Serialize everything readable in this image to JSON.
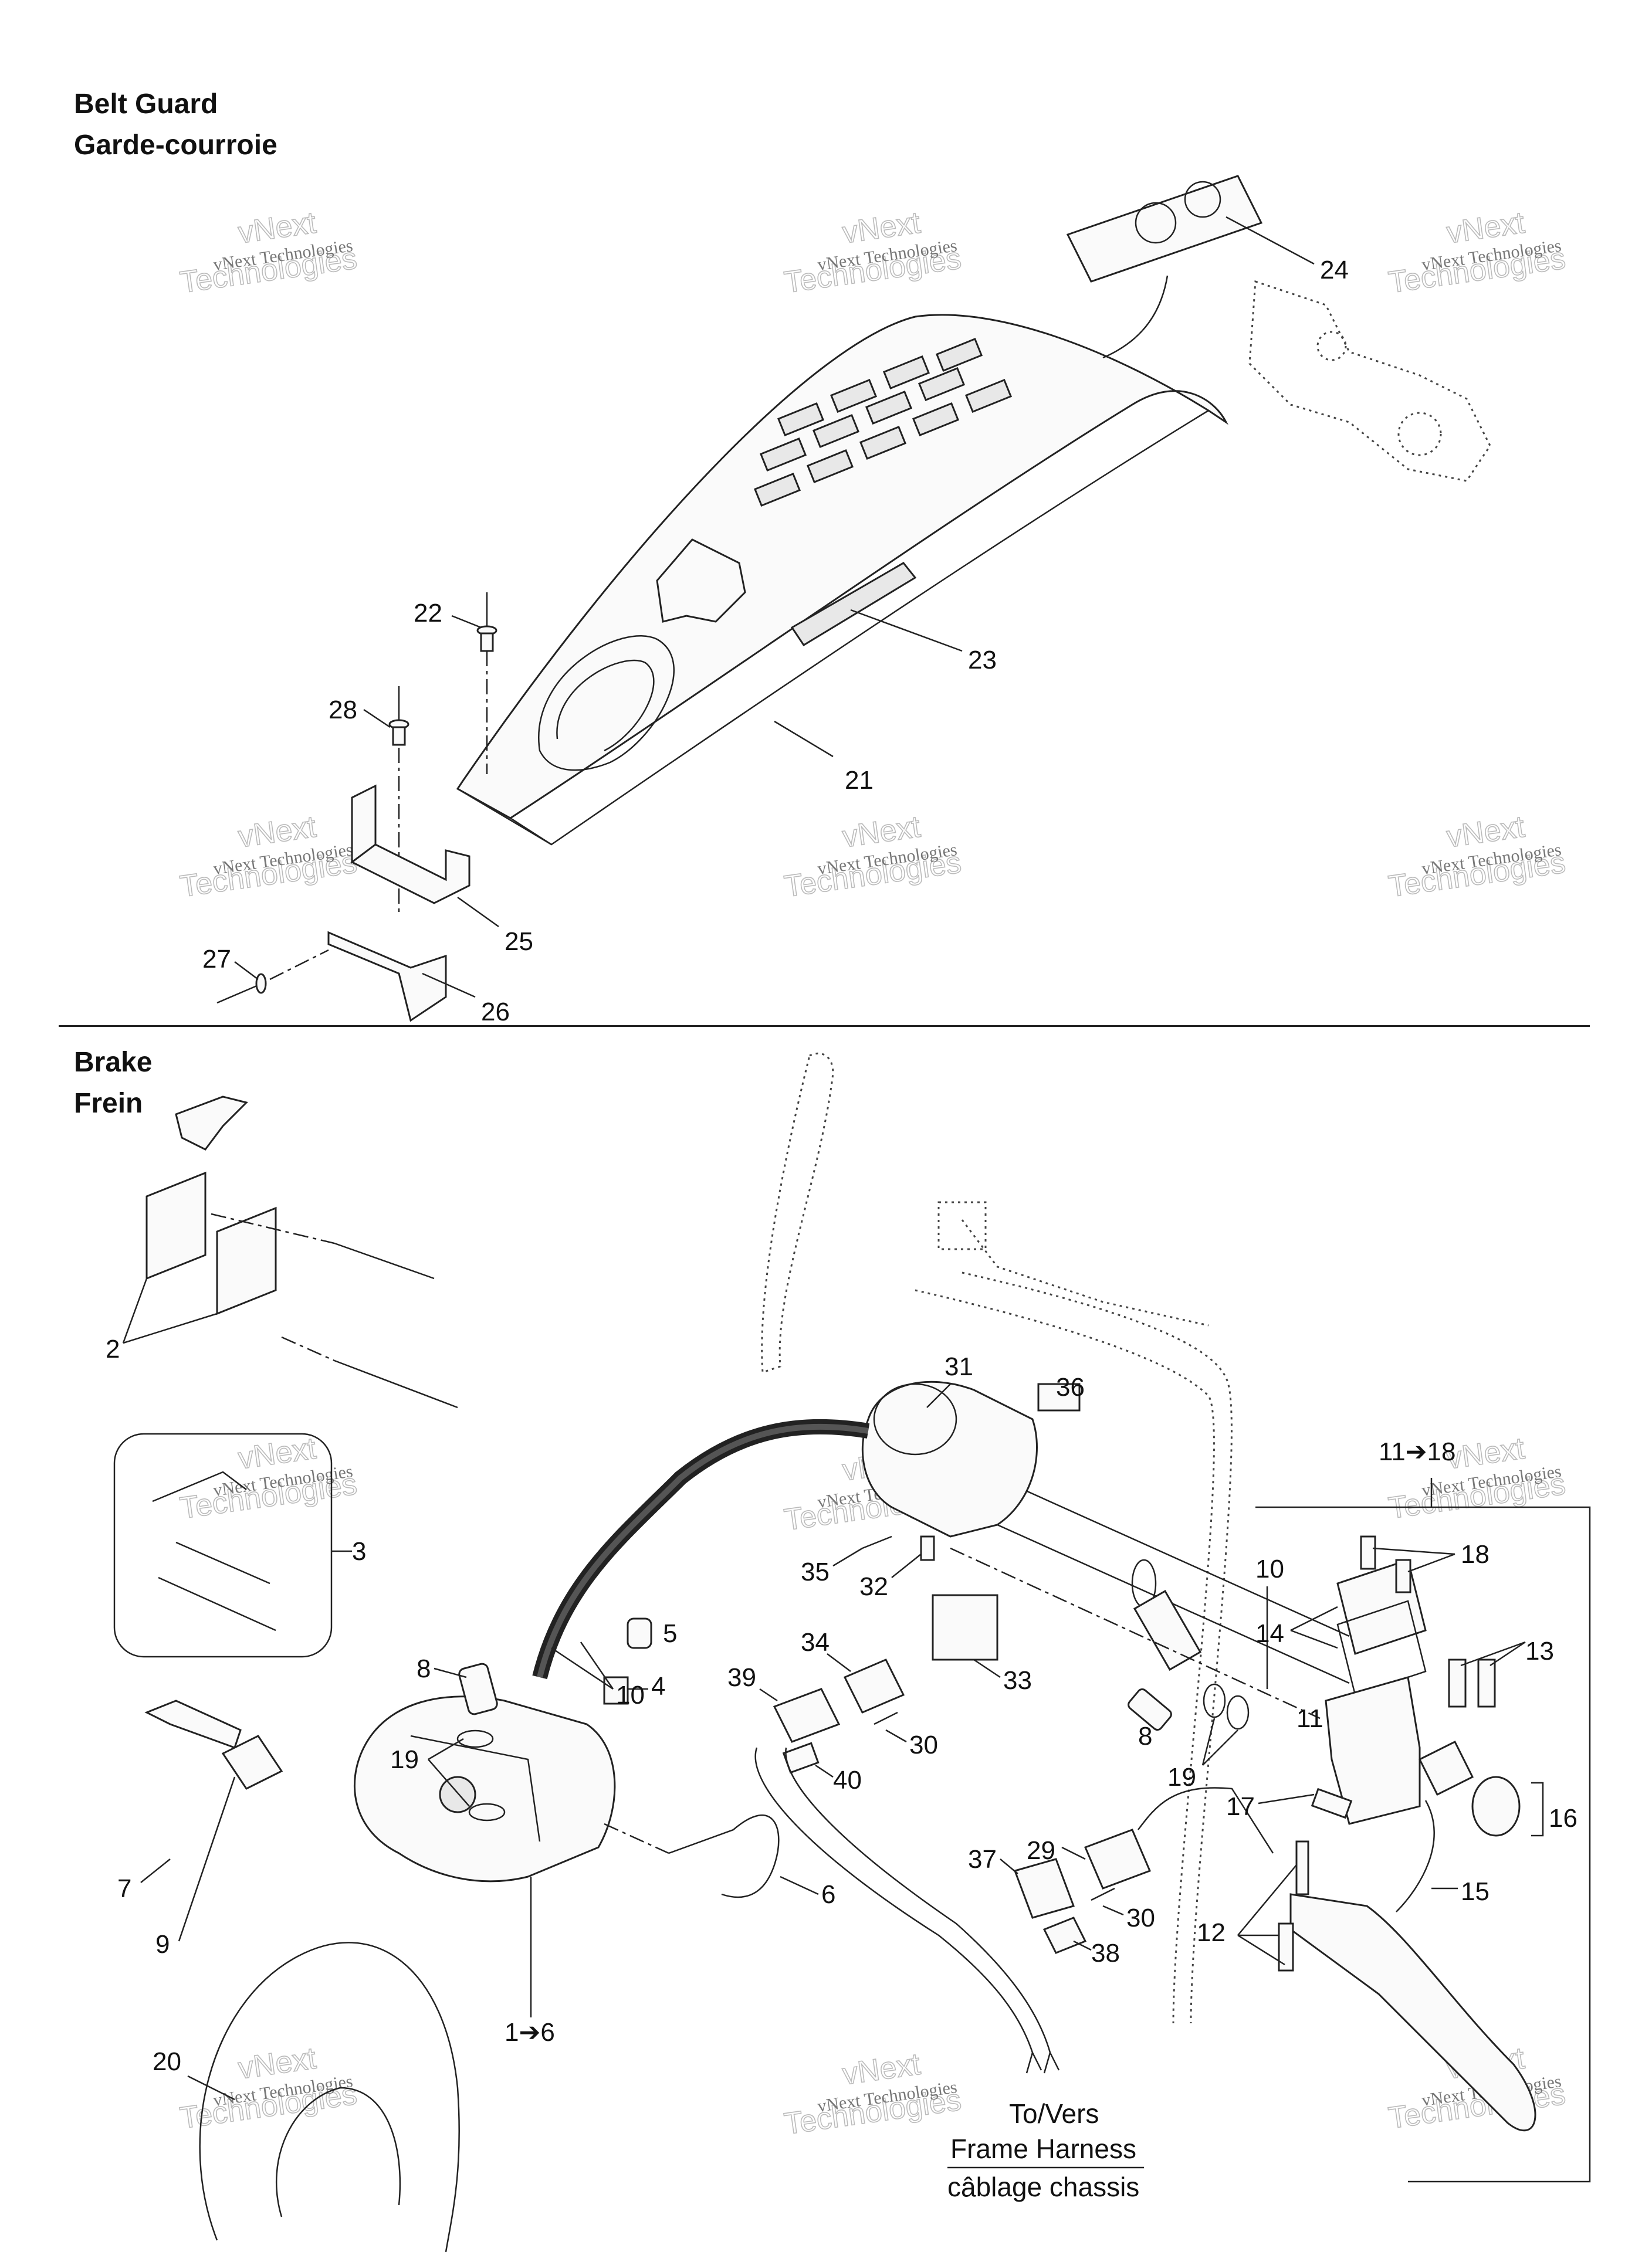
{
  "sections": {
    "belt_guard": {
      "title_en": "Belt Guard",
      "title_fr": "Garde-courroie"
    },
    "brake": {
      "title_en": "Brake",
      "title_fr": "Frein"
    }
  },
  "frame_harness": {
    "line1": "To/Vers",
    "line2": "Frame Harness",
    "line3": "câblage chassis"
  },
  "watermark": {
    "small": "vNext Technologies",
    "big1": "vNext",
    "big2": "Technologies"
  },
  "callouts": {
    "c21": "21",
    "c22": "22",
    "c23": "23",
    "c24": "24",
    "c25": "25",
    "c26": "26",
    "c27": "27",
    "c28": "28",
    "c2": "2",
    "c3": "3",
    "c4": "4",
    "c5": "5",
    "c6": "6",
    "c7": "7",
    "c8a": "8",
    "c8b": "8",
    "c9": "9",
    "c10a": "10",
    "c10b": "10",
    "c11": "11",
    "c11_18": "11➔18",
    "c12": "12",
    "c13": "13",
    "c14": "14",
    "c15": "15",
    "c16": "16",
    "c17": "17",
    "c18": "18",
    "c19a": "19",
    "c19b": "19",
    "c20": "20",
    "c1_6": "1➔6",
    "c29": "29",
    "c30a": "30",
    "c30b": "30",
    "c31": "31",
    "c32": "32",
    "c33": "33",
    "c34": "34",
    "c35": "35",
    "c36": "36",
    "c37": "37",
    "c38": "38",
    "c39": "39",
    "c40": "40"
  }
}
